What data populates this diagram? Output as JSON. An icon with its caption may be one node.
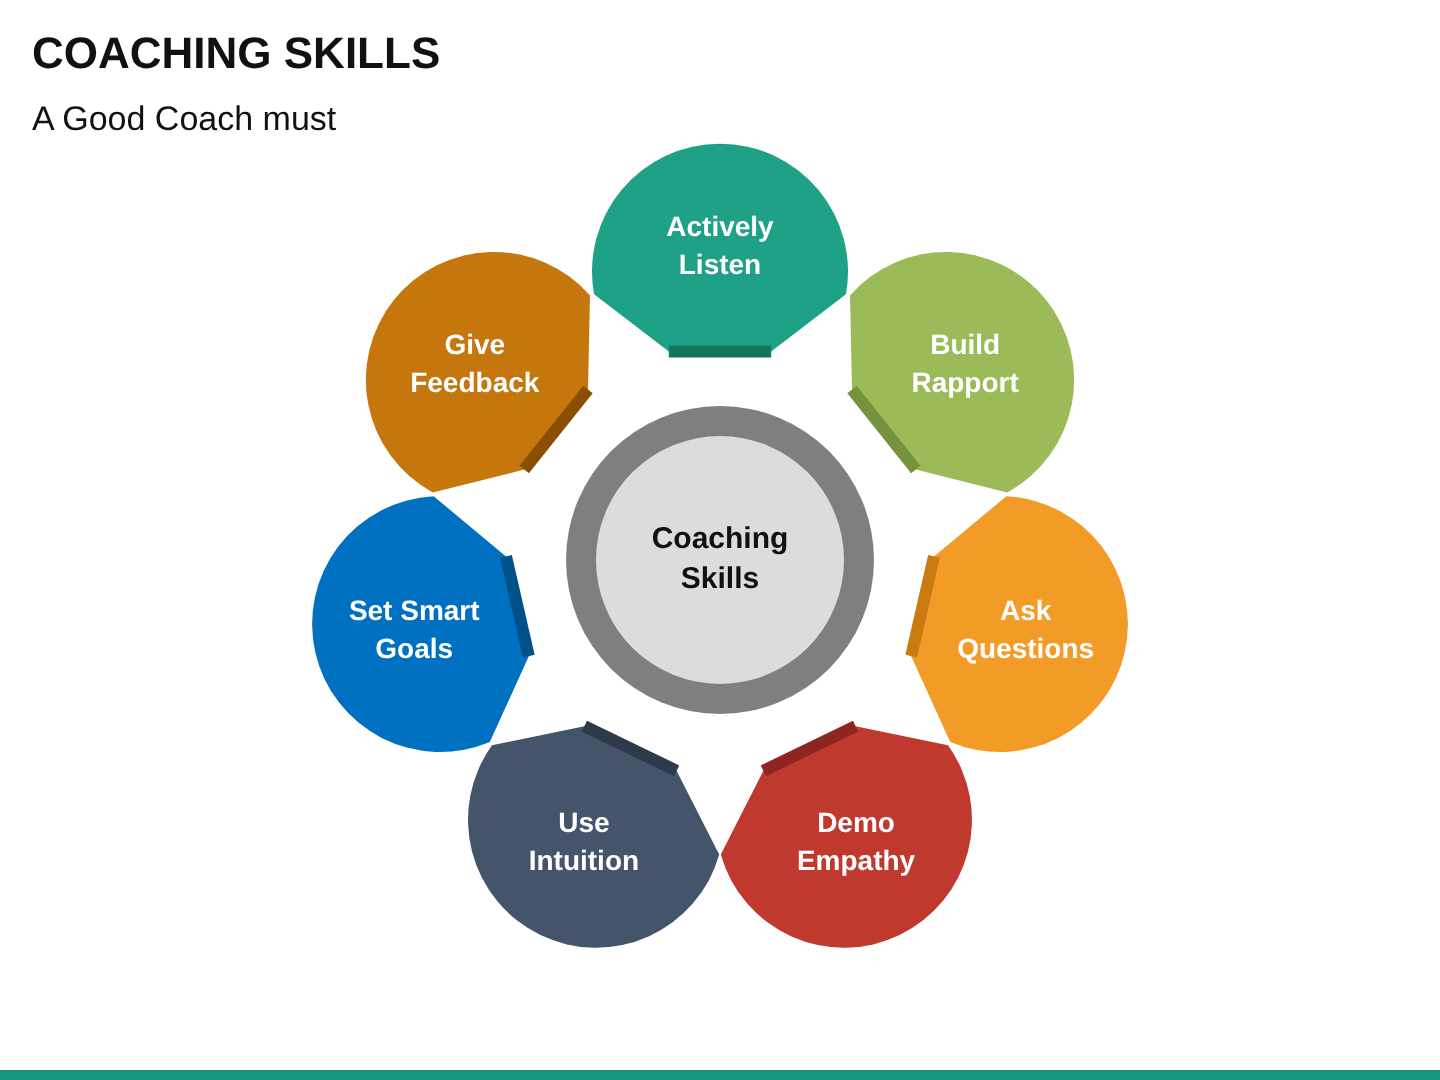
{
  "diagram": {
    "title": "COACHING SKILLS",
    "nodes": [
      {
        "text": [
          "Coaching Skills"
        ]
      },
      {
        "text": [
          "Actively Listen"
        ]
      },
      {
        "text": [
          "Build Rapport"
        ]
      },
      {
        "text": [
          "Ask Questions"
        ]
      },
      {
        "text": [
          "Demo Empathy"
        ]
      },
      {
        "text": [
          "Use Intuition"
        ]
      },
      {
        "text": [
          "Set Smart Goals"
        ]
      },
      {
        "text": [
          "Give Feedback"
        ]
      }
    ],
    "labels": [
      "A Good Coach must"
    ]
  }
}
